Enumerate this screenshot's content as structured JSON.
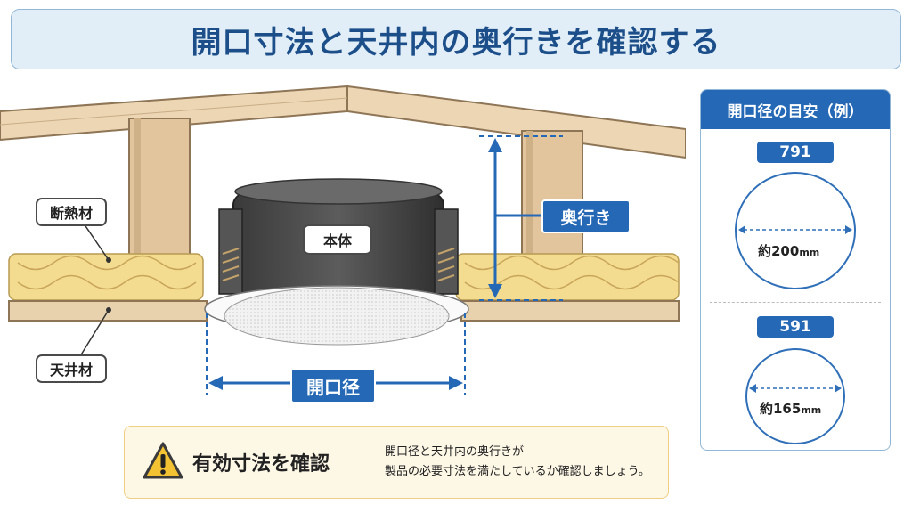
{
  "title": "開口寸法と天井内の奥行きを確認する",
  "labels": {
    "insulation": "断熱材",
    "ceiling": "天井材",
    "body": "本体",
    "depth": "奥行き",
    "opening": "開口径"
  },
  "panel": {
    "heading": "開口径の目安（例）",
    "items": [
      {
        "model": "791",
        "diameter": "約200",
        "unit": "mm"
      },
      {
        "model": "591",
        "diameter": "約165",
        "unit": "mm"
      }
    ]
  },
  "notice": {
    "title": "有効寸法を確認",
    "line1": "開口径と天井内の奥行きが",
    "line2": "製品の必要寸法を満たしているか確認しましょう。"
  },
  "colors": {
    "accent_blue": "#2568b5",
    "title_text": "#1c4f8a",
    "wood": "#e4c9a1",
    "insulation": "#f3dc8f",
    "warning": "#f3c233"
  },
  "icons": [
    "warning-icon",
    "arrow-icon"
  ]
}
